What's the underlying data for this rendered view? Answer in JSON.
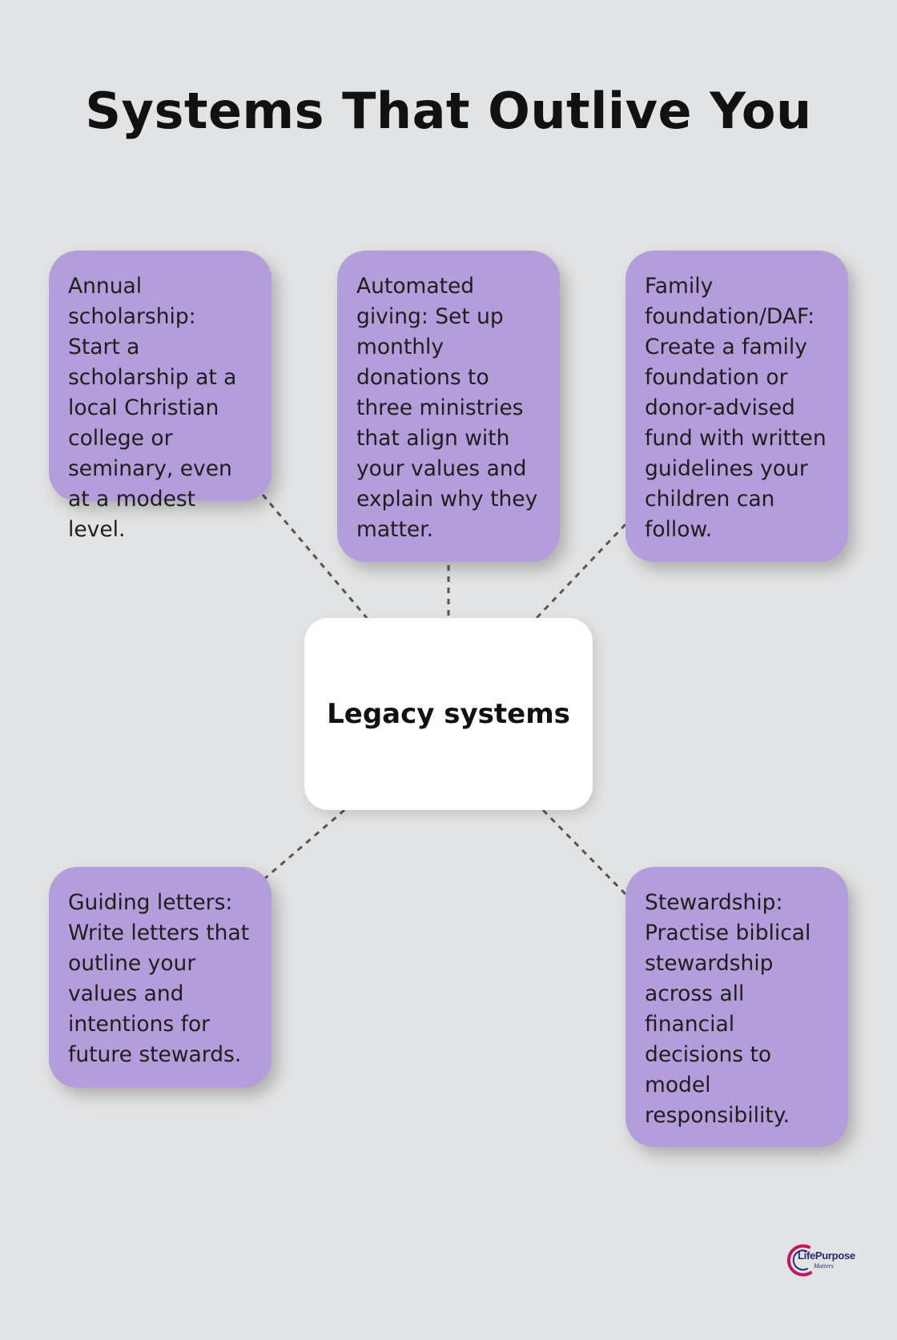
{
  "title": "Systems That Outlive You",
  "center_label": "Legacy systems",
  "cards": {
    "scholarship": "Annual scholarship: Start a scholarship at a local Christian college or seminary, even at a modest level.",
    "giving": "Automated giving: Set up monthly donations to three ministries that align with your values and explain why they matter.",
    "foundation": "Family foundation/DAF: Create a family foundation or donor-advised fund with written guidelines your children can follow.",
    "letters": "Guiding letters: Write letters that outline your values and intentions for future stewards.",
    "stewardship": "Stewardship: Practise biblical stewardship across all financial decisions to model responsibility."
  },
  "logo": {
    "text": "LifePurpose",
    "subtext": "Matters"
  },
  "colors": {
    "background": "#e2e3e4",
    "card": "#b39ddb",
    "center": "#ffffff",
    "connector": "#555555",
    "logo_ring": "#c2185b",
    "logo_text": "#2b2870"
  }
}
